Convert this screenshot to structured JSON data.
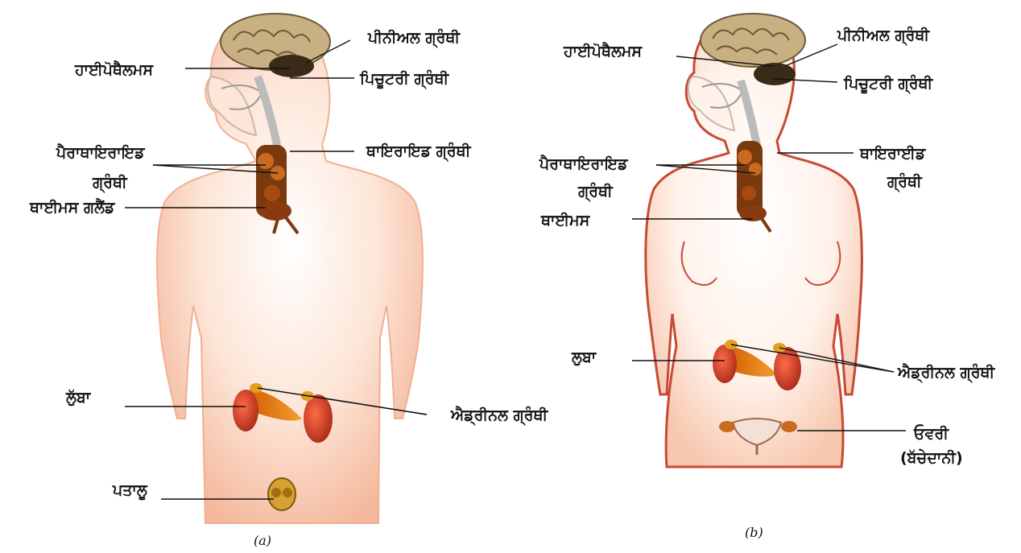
{
  "figure_a": {
    "caption": "(a)",
    "labels": {
      "hypothalamus": "ਹਾਈਪੋਥੈਲਮਸ",
      "pineal": "ਪੀਨੀਅਲ ਗ੍ਰੰਥੀ",
      "pituitary": "ਪਿਚੂਟਰੀ ਗ੍ਰੰਥੀ",
      "thyroid": "ਥਾਇਰਾਇਡ ਗ੍ਰੰਥੀ",
      "parathyroid_line1": "ਪੈਰਾਥਾਇਰਾਇਡ",
      "parathyroid_line2": "ਗ੍ਰੰਥੀ",
      "thymus": "ਥਾਈਮਸ ਗਲੈਂਡ",
      "pancreas": "ਲੁੱਬਾ",
      "adrenal": "ਐਡ੍ਰੀਨਲ ਗ੍ਰੰਥੀ",
      "testes": "ਪਤਾਲੂ"
    }
  },
  "figure_b": {
    "caption": "(b)",
    "labels": {
      "hypothalamus": "ਹਾਈਪੋਥੈਲਮਸ",
      "pineal": "ਪੀਨੀਅਲ ਗ੍ਰੰਥੀ",
      "pituitary": "ਪਿਚੂਟਰੀ ਗ੍ਰੰਥੀ",
      "thyroid_line1": "ਥਾਇਰਾਈਡ",
      "thyroid_line2": "ਗ੍ਰੰਥੀ",
      "parathyroid_line1": "ਪੈਰਾਥਾਇਰਾਇਡ",
      "parathyroid_line2": "ਗ੍ਰੰਥੀ",
      "thymus": "ਥਾਈਮਸ",
      "pancreas": "ਲੁਬਾ",
      "adrenal": "ਐਡ੍ਰੀਨਲ ਗ੍ਰੰਥੀ",
      "ovary_line1": "ਓਵਰੀ",
      "ovary_line2": "(ਬੱਚੇਦਾਨੀ)"
    }
  },
  "colors": {
    "skin": "#f7c7ae",
    "skin_light": "#fde6d8",
    "outline": "#c84a35",
    "brain": "#b8a070",
    "gland": "#c0392b",
    "gland_dark": "#6b2a10",
    "adrenal_yellow": "#e0a020"
  }
}
